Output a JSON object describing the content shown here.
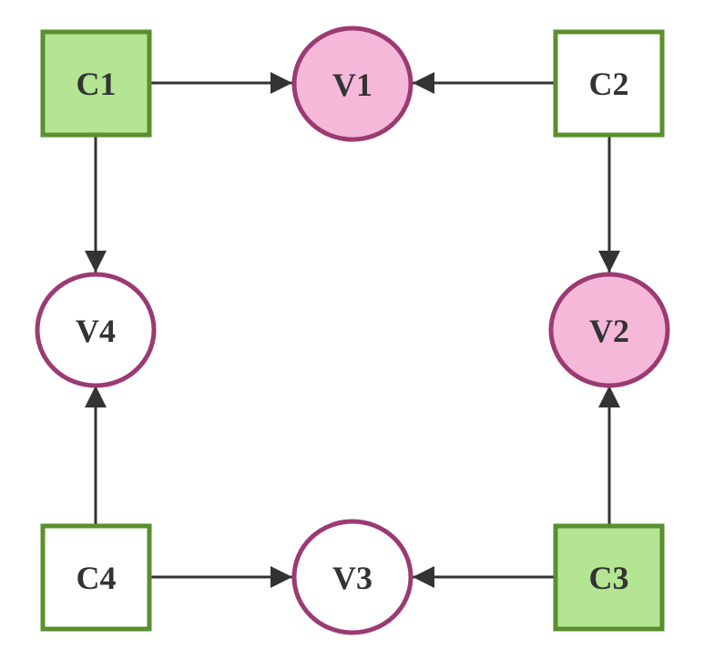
{
  "colors": {
    "edge": "#333333",
    "check_border": "#5a8f2e",
    "check_fill_active": "#b3e592",
    "check_fill_inactive": "#ffffff",
    "variable_border": "#9b3a73",
    "variable_fill_active": "#f5b8d8",
    "variable_fill_inactive": "#ffffff",
    "label": "#333333"
  },
  "nodes": {
    "c1": {
      "label": "C1",
      "shape": "square",
      "active": true
    },
    "c2": {
      "label": "C2",
      "shape": "square",
      "active": false
    },
    "c3": {
      "label": "C3",
      "shape": "square",
      "active": true
    },
    "c4": {
      "label": "C4",
      "shape": "square",
      "active": false
    },
    "v1": {
      "label": "V1",
      "shape": "circle",
      "active": true
    },
    "v2": {
      "label": "V2",
      "shape": "circle",
      "active": true
    },
    "v3": {
      "label": "V3",
      "shape": "circle",
      "active": false
    },
    "v4": {
      "label": "V4",
      "shape": "circle",
      "active": false
    }
  },
  "edges": [
    {
      "from": "C1",
      "to": "V1"
    },
    {
      "from": "C2",
      "to": "V1"
    },
    {
      "from": "C1",
      "to": "V4"
    },
    {
      "from": "C2",
      "to": "V2"
    },
    {
      "from": "C4",
      "to": "V4"
    },
    {
      "from": "C3",
      "to": "V2"
    },
    {
      "from": "C4",
      "to": "V3"
    },
    {
      "from": "C3",
      "to": "V3"
    }
  ]
}
